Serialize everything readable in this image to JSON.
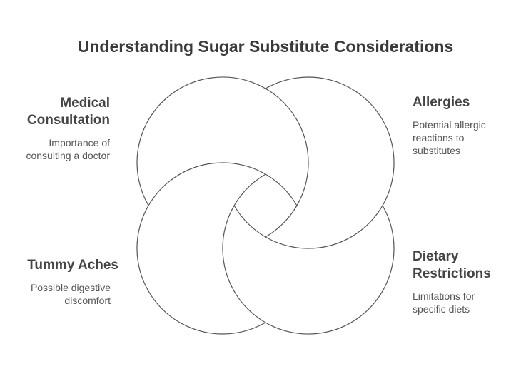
{
  "title": "Understanding Sugar Substitute Considerations",
  "items": [
    {
      "heading": [
        "Medical",
        "Consultation"
      ],
      "desc": [
        "Importance of",
        "consulting a doctor"
      ]
    },
    {
      "heading": [
        "Allergies"
      ],
      "desc": [
        "Potential allergic",
        "reactions to",
        "substitutes"
      ]
    },
    {
      "heading": [
        "Tummy Aches"
      ],
      "desc": [
        "Possible digestive",
        "discomfort"
      ]
    },
    {
      "heading": [
        "Dietary",
        "Restrictions"
      ],
      "desc": [
        "Limitations for",
        "specific diets"
      ]
    }
  ],
  "colors": {
    "stroke": "#555555",
    "text": "#444444"
  }
}
